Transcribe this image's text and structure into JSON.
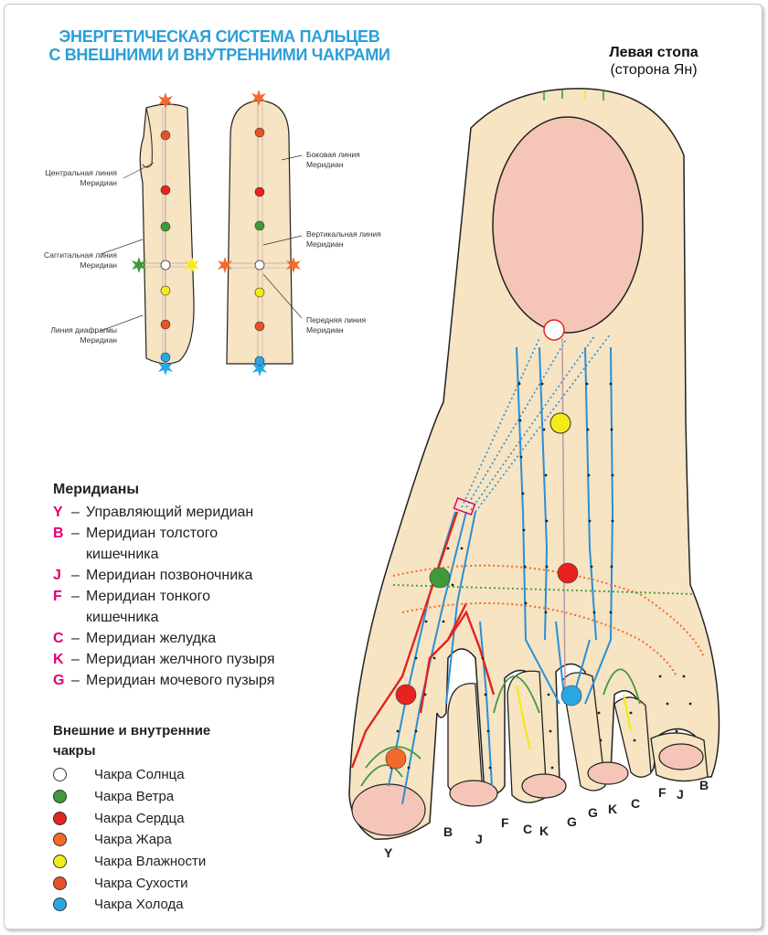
{
  "title_line1": "ЭНЕРГЕТИЧЕСКАЯ СИСТЕМА ПАЛЬЦЕВ",
  "title_line2": "С ВНЕШНИМИ И ВНУТРЕННИМИ ЧАКРАМИ",
  "foot_title": "Левая стопа",
  "foot_subtitle": "(сторона Ян)",
  "finger_labels": {
    "central_line": "Центральная линия",
    "central_line_2": "Меридиан",
    "sagittal_line": "Саггитальная линия",
    "sagittal_line_2": "Меридиан",
    "diaphragm_line": "Линия диафрагмы",
    "diaphragm_line_2": "Меридиан",
    "lateral_line": "Боковая линия",
    "lateral_line_2": "Меридиан",
    "vertical_line": "Вертикальная линия",
    "vertical_line_2": "Меридиан",
    "front_line": "Передняя линия",
    "front_line_2": "Меридиан"
  },
  "meridians_heading": "Меридианы",
  "meridians": [
    {
      "code": "Y",
      "name": "Управляющий меридиан",
      "name2": ""
    },
    {
      "code": "B",
      "name": "Меридиан толстого",
      "name2": "кишечника"
    },
    {
      "code": "J",
      "name": "Меридиан позвоночника",
      "name2": ""
    },
    {
      "code": "F",
      "name": "Меридиан тонкого",
      "name2": "кишечника"
    },
    {
      "code": "C",
      "name": "Меридиан желудка",
      "name2": ""
    },
    {
      "code": "K",
      "name": "Меридиан желчного пузыря",
      "name2": ""
    },
    {
      "code": "G",
      "name": "Меридиан мочевого пузыря",
      "name2": ""
    }
  ],
  "chakras_heading_1": "Внешние и внутренние",
  "chakras_heading_2": "чакры",
  "chakras": [
    {
      "name": "Чакра Солнца",
      "color": "#ffffff"
    },
    {
      "name": "Чакра Ветра",
      "color": "#3f9a3a"
    },
    {
      "name": "Чакра Сердца",
      "color": "#e8231f"
    },
    {
      "name": "Чакра Жара",
      "color": "#f26a2a"
    },
    {
      "name": "Чакра Влажности",
      "color": "#f3ea1c"
    },
    {
      "name": "Чакра Сухости",
      "color": "#e8512a"
    },
    {
      "name": "Чакра Холода",
      "color": "#2aa7e3"
    }
  ],
  "toe_labels": {
    "y": "Y",
    "b1": "B",
    "j1": "J",
    "f1": "F",
    "c1": "C",
    "k1": "K",
    "g1": "G",
    "g2": "G",
    "k2": "K",
    "c2": "C",
    "f2": "F",
    "j2": "J",
    "b2": "B"
  },
  "colors": {
    "title": "#2a9fd8",
    "skin": "#f6e4c2",
    "nail": "#f5c6b8",
    "meridian_code": "#e0006f",
    "blue_line": "#2a8fd8",
    "red_line": "#e0231f",
    "green_line": "#3f9a3a"
  }
}
